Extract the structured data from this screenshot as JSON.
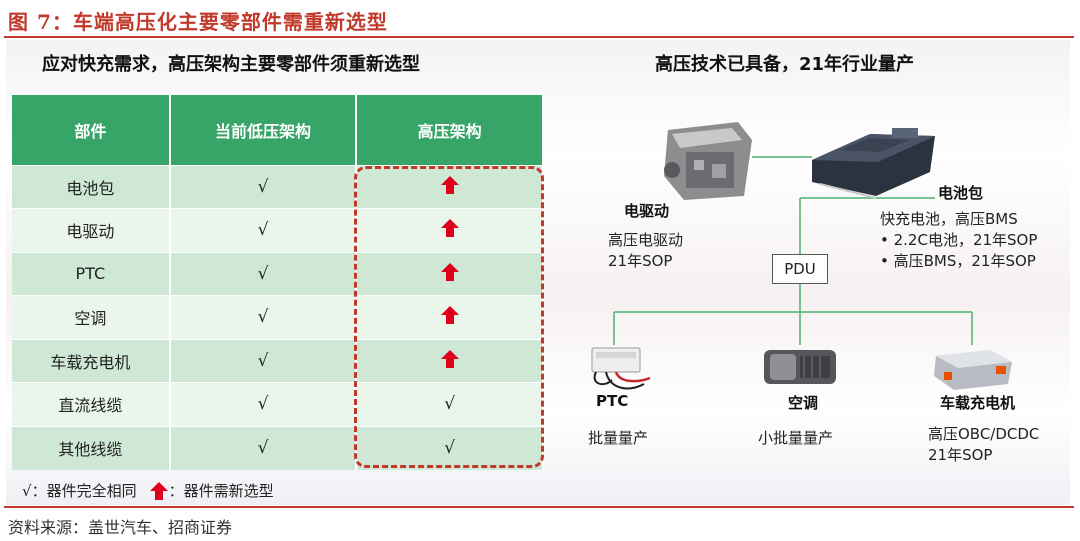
{
  "figure_title": "图 7：车端高压化主要零部件需重新选型",
  "left_heading": "应对快充需求，高压架构主要零部件须重新选型",
  "right_heading": "高压技术已具备，21年行业量产",
  "table": {
    "headers": [
      "部件",
      "当前低压架构",
      "高压架构"
    ],
    "rows": [
      {
        "part": "电池包",
        "low": "√",
        "high": "up-arrow"
      },
      {
        "part": "电驱动",
        "low": "√",
        "high": "up-arrow"
      },
      {
        "part": "PTC",
        "low": "√",
        "high": "up-arrow"
      },
      {
        "part": "空调",
        "low": "√",
        "high": "up-arrow"
      },
      {
        "part": "车载充电机",
        "low": "√",
        "high": "up-arrow"
      },
      {
        "part": "直流线缆",
        "low": "√",
        "high": "√"
      },
      {
        "part": "其他线缆",
        "low": "√",
        "high": "√"
      }
    ]
  },
  "legend": {
    "check_symbol": "√",
    "check_text": "：器件完全相同",
    "arrow_text": "：器件需新选型"
  },
  "diagram": {
    "motor": {
      "label": "电驱动",
      "lines": [
        "高压电驱动",
        "21年SOP"
      ]
    },
    "battery": {
      "label": "电池包",
      "lines": [
        "快充电池，高压BMS",
        "• 2.2C电池，21年SOP",
        "• 高压BMS，21年SOP"
      ]
    },
    "pdu": "PDU",
    "ptc": {
      "label": "PTC",
      "lines": [
        "批量量产"
      ]
    },
    "ac": {
      "label": "空调",
      "lines": [
        "小批量量产"
      ]
    },
    "obc": {
      "label": "车载充电机",
      "lines": [
        "高压OBC/DCDC",
        "21年SOP"
      ]
    }
  },
  "source": "资料来源：盖世汽车、招商证券",
  "colors": {
    "accent_red": "#c0392b",
    "table_green": "#37a468",
    "arrow_red": "#e0001b",
    "line_green": "#4caf6e"
  }
}
